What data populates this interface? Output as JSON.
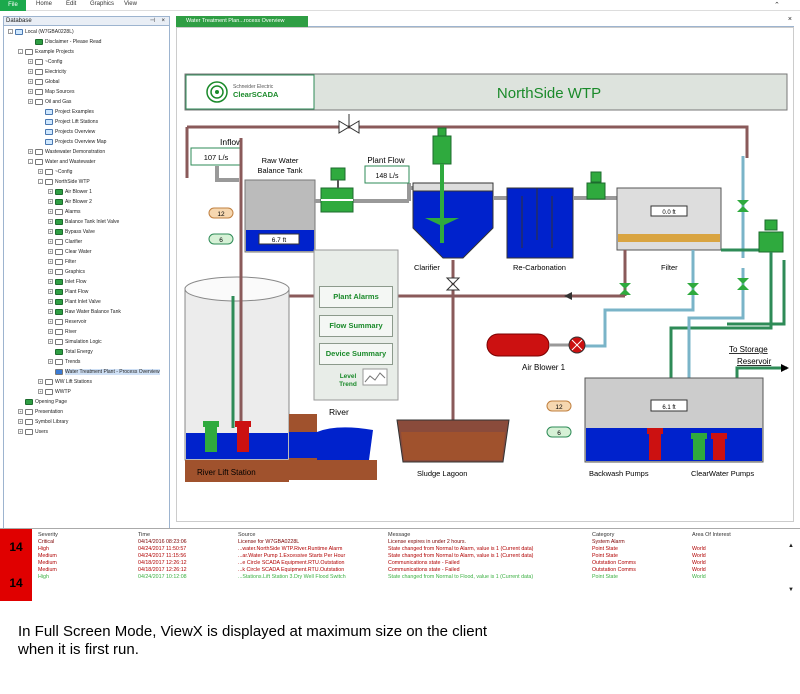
{
  "ribbon": {
    "tabs": [
      "File",
      "Home",
      "Edit",
      "Graphics",
      "View"
    ]
  },
  "database": {
    "title": "Database",
    "tree": [
      {
        "label": "Local (W7GBA0228L)",
        "indent": 0,
        "icon": "mimic",
        "exp": "-"
      },
      {
        "label": "Disclaimer - Please Read",
        "indent": 2,
        "icon": "green",
        "exp": ""
      },
      {
        "label": "Example Projects",
        "indent": 1,
        "icon": "folder",
        "exp": "-"
      },
      {
        "label": "~Config",
        "indent": 2,
        "icon": "folder",
        "exp": "+"
      },
      {
        "label": "Electricity",
        "indent": 2,
        "icon": "folder",
        "exp": "+"
      },
      {
        "label": "Global",
        "indent": 2,
        "icon": "folder",
        "exp": "+"
      },
      {
        "label": "Map Sources",
        "indent": 2,
        "icon": "folder",
        "exp": "+"
      },
      {
        "label": "Oil and Gas",
        "indent": 2,
        "icon": "folder",
        "exp": "+"
      },
      {
        "label": "Project Examples",
        "indent": 3,
        "icon": "mimic",
        "exp": ""
      },
      {
        "label": "Project Lift Stations",
        "indent": 3,
        "icon": "mimic",
        "exp": ""
      },
      {
        "label": "Projects Overview",
        "indent": 3,
        "icon": "mimic",
        "exp": ""
      },
      {
        "label": "Projects Overview Map",
        "indent": 3,
        "icon": "mimic",
        "exp": ""
      },
      {
        "label": "Wastewater Demonstration",
        "indent": 2,
        "icon": "folder",
        "exp": "+"
      },
      {
        "label": "Water and Wastewater",
        "indent": 2,
        "icon": "folder",
        "exp": "-"
      },
      {
        "label": "~Config",
        "indent": 3,
        "icon": "folder",
        "exp": "+"
      },
      {
        "label": "NorthSide WTP",
        "indent": 3,
        "icon": "folder",
        "exp": "-"
      },
      {
        "label": "Air Blower 1",
        "indent": 4,
        "icon": "green",
        "exp": "+"
      },
      {
        "label": "Air Blower 2",
        "indent": 4,
        "icon": "green",
        "exp": "+"
      },
      {
        "label": "Alarms",
        "indent": 4,
        "icon": "folder",
        "exp": "+"
      },
      {
        "label": "Balance Tank Inlet Valve",
        "indent": 4,
        "icon": "green",
        "exp": "+"
      },
      {
        "label": "Bypass Valve",
        "indent": 4,
        "icon": "green",
        "exp": "+"
      },
      {
        "label": "Clarifier",
        "indent": 4,
        "icon": "folder",
        "exp": "+"
      },
      {
        "label": "Clear Water",
        "indent": 4,
        "icon": "folder",
        "exp": "+"
      },
      {
        "label": "Filter",
        "indent": 4,
        "icon": "folder",
        "exp": "+"
      },
      {
        "label": "Graphics",
        "indent": 4,
        "icon": "folder",
        "exp": "+"
      },
      {
        "label": "Inlet Flow",
        "indent": 4,
        "icon": "green",
        "exp": "+"
      },
      {
        "label": "Plant Flow",
        "indent": 4,
        "icon": "green",
        "exp": "+"
      },
      {
        "label": "Plant Inlet Valve",
        "indent": 4,
        "icon": "green",
        "exp": "+"
      },
      {
        "label": "Raw Water Balance Tank",
        "indent": 4,
        "icon": "green",
        "exp": "+"
      },
      {
        "label": "Reservoir",
        "indent": 4,
        "icon": "folder",
        "exp": "+"
      },
      {
        "label": "River",
        "indent": 4,
        "icon": "folder",
        "exp": "+"
      },
      {
        "label": "Simulation Logic",
        "indent": 4,
        "icon": "folder",
        "exp": "+"
      },
      {
        "label": "Total Energy",
        "indent": 4,
        "icon": "green",
        "exp": ""
      },
      {
        "label": "Trends",
        "indent": 4,
        "icon": "folder",
        "exp": "+"
      },
      {
        "label": "Water Treatment Plant - Process Overview",
        "indent": 4,
        "icon": "sel",
        "exp": "",
        "selected": true
      },
      {
        "label": "WW Lift Stations",
        "indent": 3,
        "icon": "folder",
        "exp": "+"
      },
      {
        "label": "WWTP",
        "indent": 3,
        "icon": "folder",
        "exp": "+"
      },
      {
        "label": "Opening Page",
        "indent": 1,
        "icon": "green",
        "exp": ""
      },
      {
        "label": "Presentation",
        "indent": 1,
        "icon": "folder",
        "exp": "+"
      },
      {
        "label": "Symbol Library",
        "indent": 1,
        "icon": "folder",
        "exp": "+"
      },
      {
        "label": "Users",
        "indent": 1,
        "icon": "folder",
        "exp": "+"
      }
    ]
  },
  "document_tab": {
    "label": "Water Treatment Plan...rocess Overview"
  },
  "mimic": {
    "brand_small": "Schneider Electric",
    "brand_big": "ClearSCADA",
    "title": "NorthSide WTP",
    "inflow_label": "Inflow",
    "inflow_value": "107 L/s",
    "raw_water_tank": "Raw Water\nBalance Tank",
    "tank_level": "6.7 ft",
    "plant_flow_label": "Plant Flow",
    "plant_flow_value": "148 L/s",
    "clarifier": "Clarifier",
    "recarb": "Re-Carbonation",
    "filter": "Filter",
    "filter_level": "0.0 ft",
    "badge_left_top": "12",
    "badge_left_bottom": "6",
    "nav_buttons": [
      "Plant Alarms",
      "Flow Summary",
      "Device Summary"
    ],
    "level_trend": "Level Trend",
    "air_blower": "Air Blower 1",
    "to_storage": "To Storage Reservoir",
    "river_lift": "River Lift Station",
    "river": "River",
    "sludge": "Sludge Lagoon",
    "reservoir_level": "6.1 ft",
    "badge_res_top": "12",
    "badge_res_bottom": "6",
    "backwash": "Backwash Pumps",
    "clearwater": "ClearWater Pumps",
    "colors": {
      "water": "#0022cc",
      "pipe_green": "#2e8b57",
      "pipe_brown": "#8a5a5a",
      "pipe_teal": "#7ab4c8",
      "brand": "#1a8a2a"
    }
  },
  "alarms": {
    "columns": [
      "Severity",
      "Time",
      "Source",
      "Message",
      "Category",
      "Area Of Interest"
    ],
    "badges": [
      "14",
      "14"
    ],
    "rows": [
      {
        "severity": "Critical",
        "time": "04/14/2016 08:23:06",
        "source": "License for W7GBA0228L",
        "message": "License expires in under 2 hours.",
        "category": "System Alarm",
        "area": "",
        "color": "#7a0000"
      },
      {
        "severity": "High",
        "time": "04/24/2017 11:50:57",
        "source": "...water.NorthSide WTP.River.Runtime Alarm",
        "message": "State changed from Normal to Alarm, value is 1 (Current data)",
        "category": "Point State",
        "area": "World",
        "color": "#b00000"
      },
      {
        "severity": "Medium",
        "time": "04/24/2017 11:15:56",
        "source": "...ar.Water Pump 1.Excessive Starts Per Hour",
        "message": "State changed from Normal to Alarm, value is 1 (Current data)",
        "category": "Point State",
        "area": "World",
        "color": "#b00000"
      },
      {
        "severity": "Medium",
        "time": "04/18/2017 12:26:12",
        "source": "...e Circle SCADA Equipment.RTU.Outstation",
        "message": "Communications state - Failed",
        "category": "Outstation Comms",
        "area": "World",
        "color": "#b00000"
      },
      {
        "severity": "Medium",
        "time": "04/18/2017 12:26:12",
        "source": "...k Circle SCADA Equipment.RTU.Outstation",
        "message": "Communications state - Failed",
        "category": "Outstation Comms",
        "area": "World",
        "color": "#b00000"
      },
      {
        "severity": "High",
        "time": "04/24/2017 10:12:08",
        "source": "...Stations.Lift Station 3.Dry Well Flood Switch",
        "message": "State changed from Normal to Flood, value is 1 (Current data)",
        "category": "Point State",
        "area": "World",
        "color": "#3cb043"
      }
    ]
  },
  "caption": "In Full Screen Mode, ViewX is displayed at maximum size on the client when it is first run."
}
